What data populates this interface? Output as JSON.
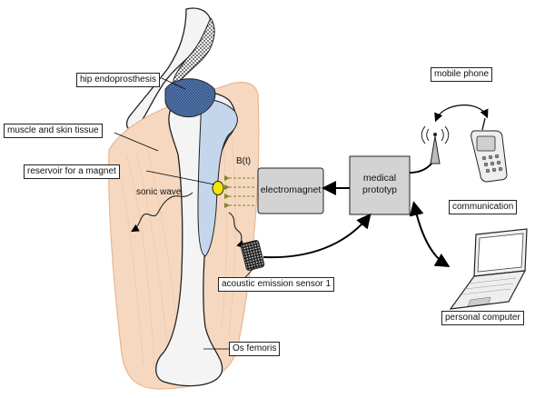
{
  "labels": {
    "hip_endoprosthesis": "hip endoprosthesis",
    "muscle_skin": "muscle and skin tissue",
    "reservoir": "reservoir for a magnet",
    "sonic_wave": "sonic wave",
    "b_t": "B(t)",
    "electromagnet": "electromagnet",
    "medical_line1": "medical",
    "medical_line2": "prototyp",
    "mobile_phone": "mobile phone",
    "communication": "communication",
    "acoustic_sensor": "acoustic emission sensor 1",
    "personal_computer": "personal computer",
    "os_femoris": "Os femoris"
  },
  "colors": {
    "tissue": "#f6d8c0",
    "tissue_edge": "#e8b792",
    "bone": "#f4f4f4",
    "implant": "#c4d6ec",
    "implant_head": "#5a7fb5",
    "magnet": "#f2e600",
    "device_box": "#d3d3d3",
    "field_arrows": "#7a8a2a"
  }
}
